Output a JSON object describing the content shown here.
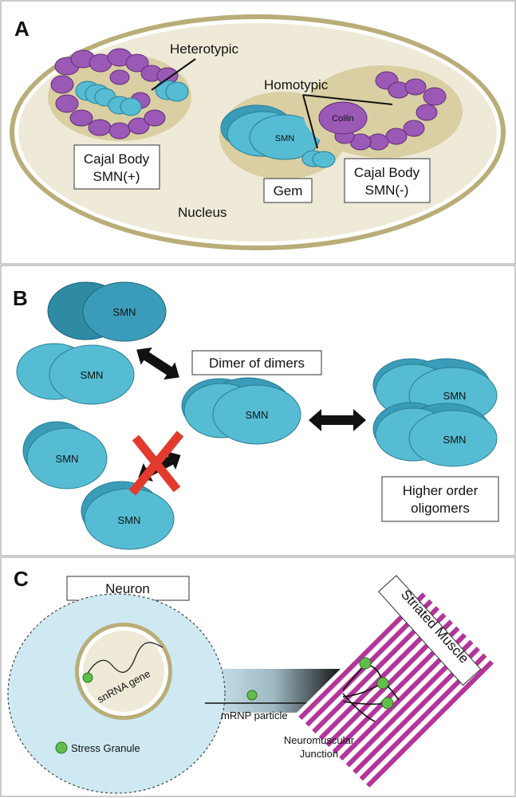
{
  "panels": {
    "a": {
      "letter": "A",
      "heterotypic": "Heterotypic",
      "homotypic": "Homotypic",
      "cajal_pos_line1": "Cajal Body",
      "cajal_pos_line2": "SMN(+)",
      "gem": "Gem",
      "cajal_neg_line1": "Cajal Body",
      "cajal_neg_line2": "SMN(-)",
      "nucleus": "Nucleus",
      "smn": "SMN",
      "coilin": "Coilin"
    },
    "b": {
      "letter": "B",
      "smn": "SMN",
      "dimer_of_dimers": "Dimer of dimers",
      "higher_line1": "Higher order",
      "higher_line2": "oligomers"
    },
    "c": {
      "letter": "C",
      "neuron": "Neuron",
      "snrna_gene": "snRNA gene",
      "mrnp": "mRNP particle",
      "stress_granule": "Stress Granule",
      "nmj_line1": "Neuromuscular",
      "nmj_line2": "Junction",
      "muscle": "Striated Muscle"
    }
  },
  "colors": {
    "smn_cyan": "#55bcd3",
    "smn_dark": "#3a9cb8",
    "coilin_purple": "#9b59b6",
    "cajal_body_tan": "#d9cfa3",
    "nucleus_fill": "#efead8",
    "neuron_fill": "#cfe9f2",
    "muscle_magenta": "#b3359a",
    "granule_green": "#5fbf4a",
    "inhibit_red": "#e23b2e"
  }
}
